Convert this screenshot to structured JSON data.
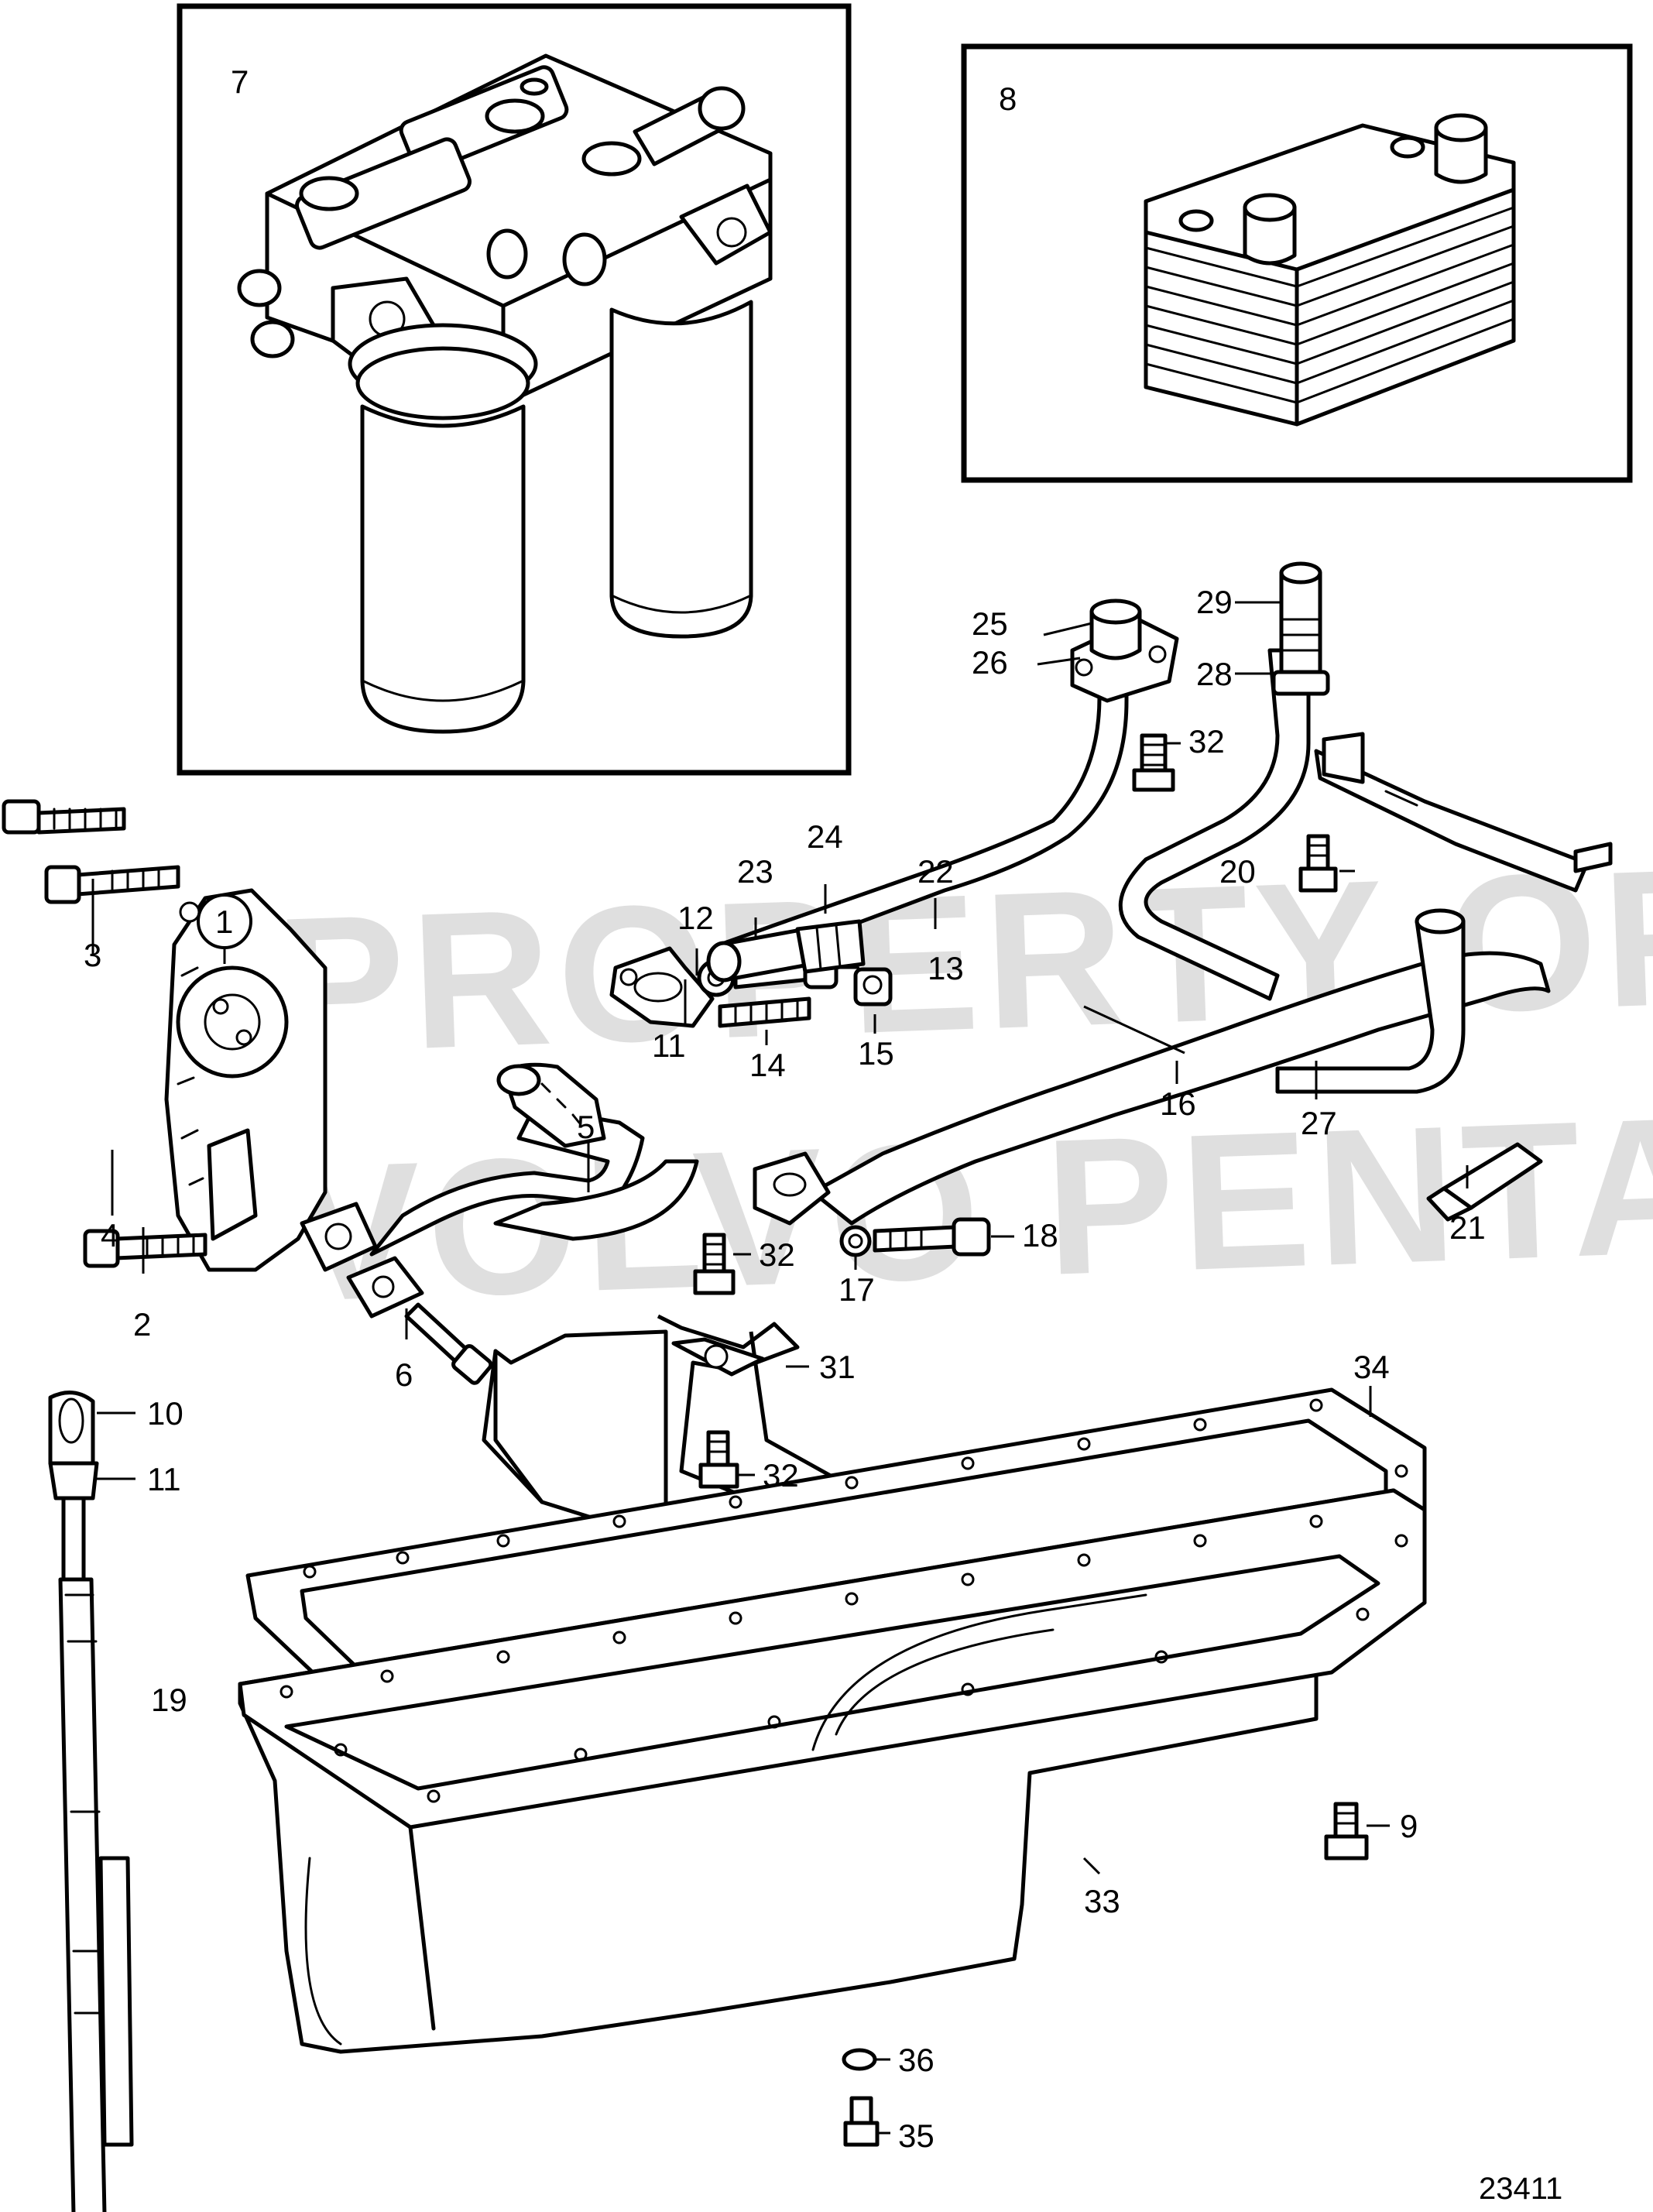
{
  "watermark": {
    "line1": "PROPERTY OF",
    "line2": "VOLVO PENTA"
  },
  "figure_number": "23411",
  "inset_labels": {
    "filter_housing": "7",
    "oil_cooler": "8"
  },
  "callouts": {
    "c1": "1",
    "c2": "2",
    "c3": "3",
    "c4": "4",
    "c5": "5",
    "c6": "6",
    "c9": "9",
    "c10": "10",
    "c11a": "11",
    "c11b": "11",
    "c12": "12",
    "c13": "13",
    "c14": "14",
    "c15": "15",
    "c16": "16",
    "c17": "17",
    "c18": "18",
    "c19": "19",
    "c20": "20",
    "c21": "21",
    "c22": "22",
    "c23": "23",
    "c24": "24",
    "c25": "25",
    "c26": "26",
    "c27": "27",
    "c28": "28",
    "c29": "29",
    "c31": "31",
    "c32a": "32",
    "c32b": "32",
    "c32c": "32",
    "c33": "33",
    "c34": "34",
    "c35": "35",
    "c36": "36"
  }
}
